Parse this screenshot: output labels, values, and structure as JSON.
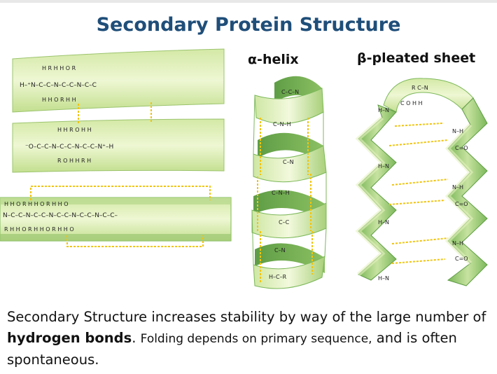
{
  "title": "Secondary Protein Structure",
  "labels": {
    "alpha_helix": "α-helix",
    "beta_sheet": "β-pleated sheet"
  },
  "caption": {
    "part1": "Secondary Structure increases stability by way of the large number of ",
    "bold": "hydrogen bonds",
    "part2": ". ",
    "part3_small": "Folding depends on primary sequence,",
    "part4": " and is often spontaneous."
  },
  "colors": {
    "title": "#1f4e79",
    "ribbon_light": "#e6f2c2",
    "ribbon_mid": "#b9d98a",
    "ribbon_dark": "#6aa84f",
    "hbond": "#f1c40f"
  }
}
